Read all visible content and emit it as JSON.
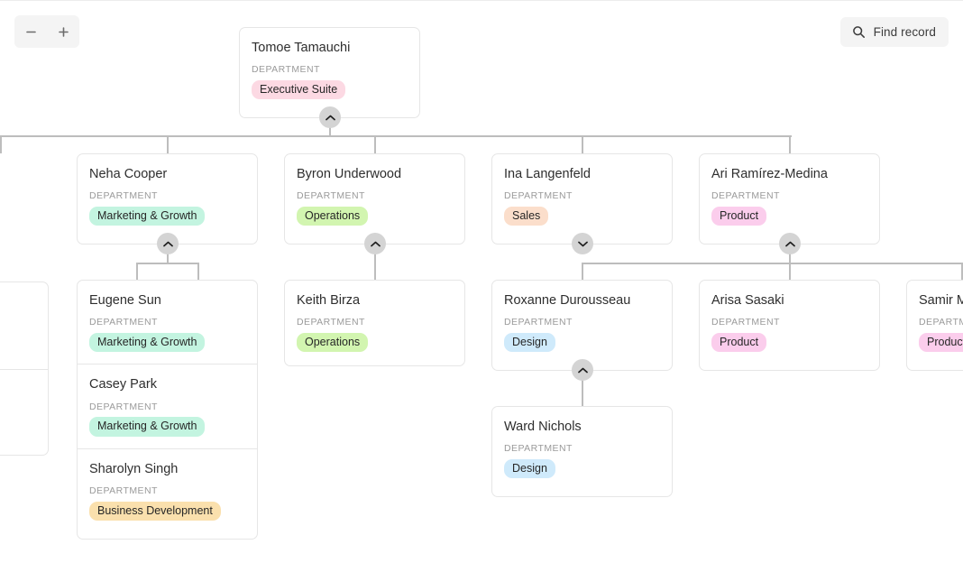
{
  "toolbar": {
    "zoom_out_label": "−",
    "zoom_out_icon": "minus-icon",
    "zoom_in_label": "+",
    "zoom_in_icon": "plus-icon",
    "find_record_label": "Find record",
    "find_record_icon": "search-icon"
  },
  "field_label": "DEPARTMENT",
  "tag_colors": {
    "Executive Suite": "#fcd9e3",
    "Marketing & Growth": "#c3f4e0",
    "Operations": "#d2f5b0",
    "Sales": "#fbdecb",
    "Product": "#fbcdec",
    "Design": "#cfeafb",
    "Business Development": "#fae0ad"
  },
  "chart": {
    "connector_color": "#bdbdbd",
    "card_border_color": "#e6e6e6",
    "toggle_color": "#d4d4d4"
  },
  "nodes": {
    "tomoe": {
      "name": "Tomoe Tamauchi",
      "department": "Executive Suite",
      "toggle": "collapse-up"
    },
    "neha": {
      "name": "Neha Cooper",
      "department": "Marketing & Growth",
      "toggle": "collapse-up"
    },
    "byron": {
      "name": "Byron Underwood",
      "department": "Operations",
      "toggle": "collapse-up"
    },
    "ina": {
      "name": "Ina Langenfeld",
      "department": "Sales",
      "toggle": "expand-down"
    },
    "ari": {
      "name": "Ari Ramírez-Medina",
      "department": "Product",
      "toggle": "collapse-up"
    },
    "eugene": {
      "name": "Eugene Sun",
      "department": "Marketing & Growth"
    },
    "casey": {
      "name": "Casey Park",
      "department": "Marketing & Growth"
    },
    "sharolyn": {
      "name": "Sharolyn Singh",
      "department": "Business Development"
    },
    "keith": {
      "name": "Keith Birza",
      "department": "Operations"
    },
    "roxanne": {
      "name": "Roxanne Durousseau",
      "department": "Design",
      "toggle": "collapse-up"
    },
    "arisa": {
      "name": "Arisa Sasaki",
      "department": "Product"
    },
    "samir": {
      "name": "Samir M",
      "department": "Product"
    },
    "ward": {
      "name": "Ward Nichols",
      "department": "Design"
    }
  }
}
